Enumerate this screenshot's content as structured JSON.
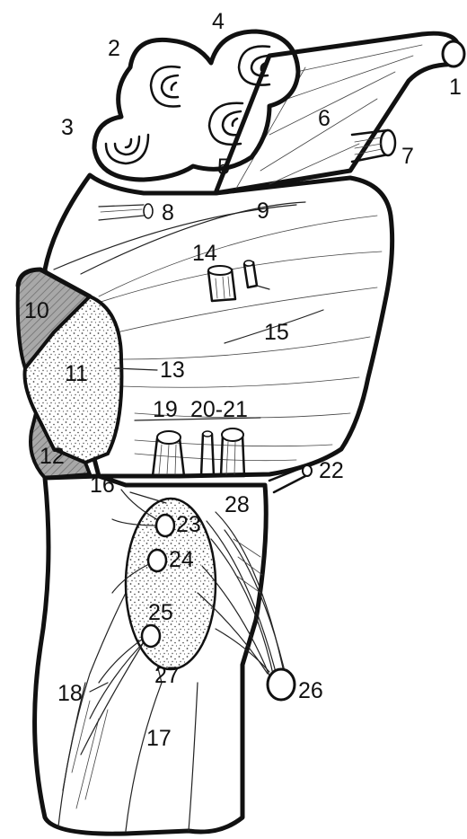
{
  "labels": {
    "l1": "1",
    "l2": "2",
    "l3": "3",
    "l4": "4",
    "l5": "5",
    "l6": "6",
    "l7": "7",
    "l8": "8",
    "l9": "9",
    "l10": "10",
    "l11": "11",
    "l12": "12",
    "l13": "13",
    "l14": "14",
    "l15": "15",
    "l16": "16",
    "l17": "17",
    "l18": "18",
    "l19": "19",
    "l20_21": "20-21",
    "l22": "22",
    "l23": "23",
    "l24": "24",
    "l25": "25",
    "l26": "26",
    "l27": "27",
    "l28": "28"
  },
  "colors": {
    "ink": "#111111",
    "paper": "#ffffff",
    "stipple": "#555555",
    "shade": "#9a9a9a"
  }
}
